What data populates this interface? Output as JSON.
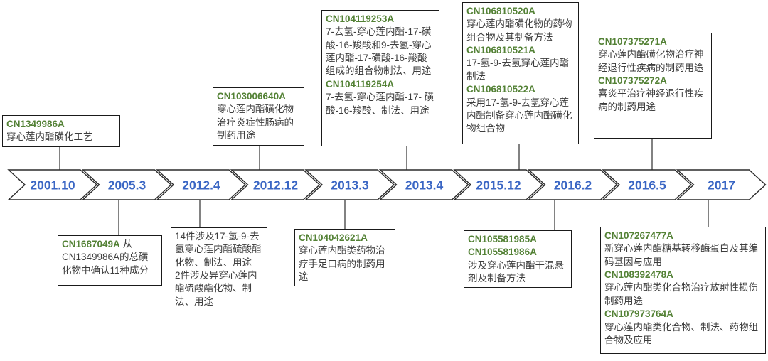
{
  "colors": {
    "patent_green": "#538135",
    "date_blue": "#3a66c4",
    "text_dark": "#3d3d3d"
  },
  "timeline": {
    "dates": [
      "2001.10",
      "2005.3",
      "2012.4",
      "2012.12",
      "2013.3",
      "2013.4",
      "2015.12",
      "2016.2",
      "2016.5",
      "2017"
    ]
  },
  "boxes": [
    {
      "connects_to": "2001.10",
      "side": "top",
      "segments": [
        {
          "type": "patent",
          "text": "CN1349986A"
        },
        {
          "type": "desc",
          "text": "穿心莲内酯磺化工艺"
        }
      ]
    },
    {
      "connects_to": "2012.12",
      "side": "top",
      "segments": [
        {
          "type": "patent",
          "text": "CN103006640A"
        },
        {
          "type": "desc",
          "text": "穿心莲内酯磺化物治疗炎症性肠病的制药用途"
        }
      ]
    },
    {
      "connects_to": "2013.4",
      "side": "top",
      "segments": [
        {
          "type": "patent",
          "text": "CN104119253A"
        },
        {
          "type": "desc",
          "text": "7-去氢-穿心莲内酯-17-磺酸-16-羧酸和9-去氢-穿心莲内酯-17-磺酸-16-羧酸组成的组合物制法、用途"
        },
        {
          "type": "patent",
          "text": "CN104119254A"
        },
        {
          "type": "desc",
          "text": "7-去氢-穿心莲内酯-17- 磺酸-16-羧酸、制法、用途"
        }
      ]
    },
    {
      "connects_to": "2015.12",
      "side": "top",
      "segments": [
        {
          "type": "patent",
          "text": "CN106810520A"
        },
        {
          "type": "desc",
          "text": "穿心莲内酯磺化物的药物组合物及其制备方法"
        },
        {
          "type": "patent",
          "text": "CN106810521A"
        },
        {
          "type": "desc",
          "text": "17-氢-9-去氢穿心莲内酯制法"
        },
        {
          "type": "patent",
          "text": "CN106810522A"
        },
        {
          "type": "desc",
          "text": "采用17-氢-9-去氢穿心莲内酯制备穿心莲内酯磺化物组合物"
        }
      ]
    },
    {
      "connects_to": "2016.5",
      "side": "top",
      "segments": [
        {
          "type": "patent",
          "text": "CN107375271A"
        },
        {
          "type": "desc",
          "text": "穿心莲内酯磺化物治疗神经退行性疾病的制药用途"
        },
        {
          "type": "patent",
          "text": "CN107375272A"
        },
        {
          "type": "desc",
          "text": "喜炎平治疗神经退行性疾病的制药用途"
        }
      ]
    },
    {
      "connects_to": "2005.3",
      "side": "bottom",
      "segments": [
        {
          "type": "patent",
          "text": "CN1687049A"
        },
        {
          "type": "desc",
          "text": " 从CN1349986A的总磺化物中确认11种成分"
        }
      ]
    },
    {
      "connects_to": "2012.4",
      "side": "bottom",
      "segments": [
        {
          "type": "desc",
          "text": "14件涉及17-氢-9-去氢穿心莲内酯硫酸酯化物、制法、用途"
        },
        {
          "type": "desc",
          "text": "2件涉及异穿心莲内酯硫酸酯化物、制法、用途"
        }
      ]
    },
    {
      "connects_to": "2013.3",
      "side": "bottom",
      "segments": [
        {
          "type": "patent",
          "text": "CN104042621A"
        },
        {
          "type": "desc",
          "text": "穿心莲内酯类药物治疗手足口病的制药用途"
        }
      ]
    },
    {
      "connects_to": "2016.2",
      "side": "bottom",
      "segments": [
        {
          "type": "patent",
          "text": "CN105581985A"
        },
        {
          "type": "patent",
          "text": "CN105581986A"
        },
        {
          "type": "desc",
          "text": "涉及穿心莲内酯干混悬剂及制备方法"
        }
      ]
    },
    {
      "connects_to": "2017",
      "side": "bottom",
      "segments": [
        {
          "type": "patent",
          "text": "CN107267477A"
        },
        {
          "type": "desc",
          "text": "新穿心莲内酯糖基转移酶蛋白及其编码基因与应用"
        },
        {
          "type": "patent",
          "text": "CN108392478A"
        },
        {
          "type": "desc",
          "text": "穿心莲内酯类化合物治疗放射性损伤制药用途"
        },
        {
          "type": "patent",
          "text": "CN107973764A"
        },
        {
          "type": "desc",
          "text": "穿心莲内酯类化合物、制法、药物组合物及应用"
        }
      ]
    }
  ]
}
